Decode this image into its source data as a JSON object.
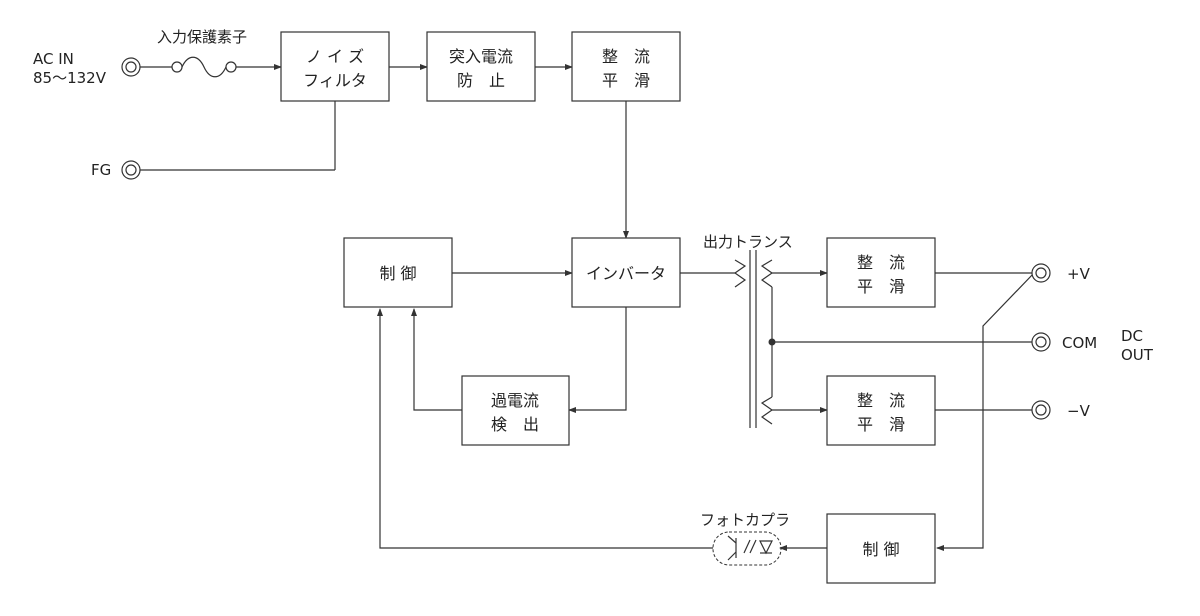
{
  "terminals": {
    "ac_in_line1": "AC IN",
    "ac_in_line2": "85～132V",
    "fg": "FG",
    "plus_v": "+V",
    "com": "COM",
    "minus_v": "−V",
    "dc_out_line1": "DC",
    "dc_out_line2": "OUT"
  },
  "labels": {
    "input_protection": "入力保護素子",
    "output_transformer": "出力トランス",
    "photocoupler": "フォトカプラ"
  },
  "blocks": {
    "noise_filter": [
      "ノ イ ズ",
      "フィルタ"
    ],
    "inrush": [
      "突入電流",
      "防　止"
    ],
    "rectifier_in": [
      "整　流",
      "平　滑"
    ],
    "control_main": [
      "制 御"
    ],
    "inverter": [
      "インバータ"
    ],
    "overcurrent": [
      "過電流",
      "検　出"
    ],
    "rectifier_pos": [
      "整　流",
      "平　滑"
    ],
    "rectifier_neg": [
      "整　流",
      "平　滑"
    ],
    "control_fb": [
      "制 御"
    ]
  }
}
